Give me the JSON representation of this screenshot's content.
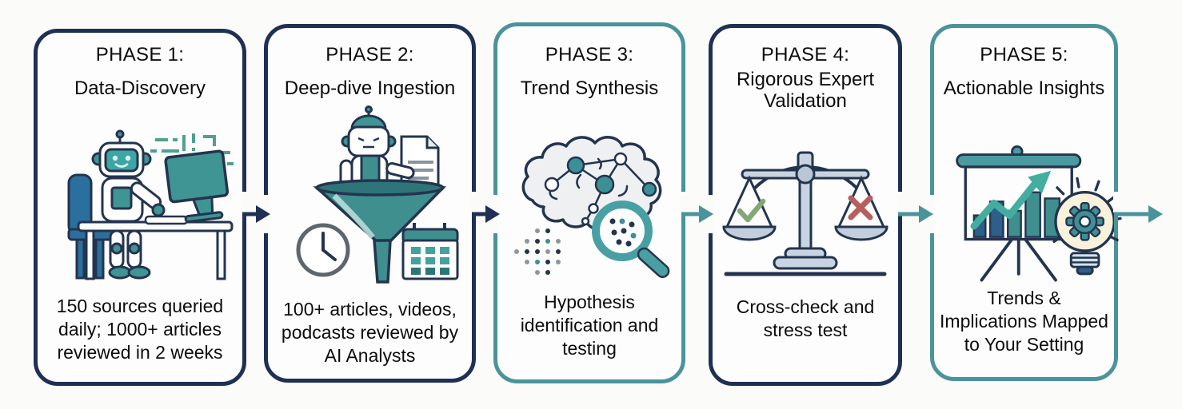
{
  "colors": {
    "navy": "#1f3054",
    "teal": "#4b939b",
    "illustration_teal": "#3f9090",
    "background": "#fbfbfa"
  },
  "phases": [
    {
      "id": "phase-1",
      "title": "PHASE 1:",
      "subtitle": "Data-Discovery",
      "caption": "150 sources queried\ndaily; 1000+ articles\nreviewed in 2 weeks",
      "icon": "robot-at-computer-icon",
      "border_color": "#1f3054"
    },
    {
      "id": "phase-2",
      "title": "PHASE 2:",
      "subtitle": "Deep-dive Ingestion",
      "caption": "100+ articles, videos,\npodcasts reviewed by\nAI Analysts",
      "icon": "robot-funnel-ingestion-icon",
      "border_color": "#1f3054"
    },
    {
      "id": "phase-3",
      "title": "PHASE 3:",
      "subtitle": "Trend Synthesis",
      "caption": "Hypothesis\nidentification and\ntesting",
      "icon": "brain-magnifier-icon",
      "border_color": "#4b939b"
    },
    {
      "id": "phase-4",
      "title": "PHASE 4:",
      "subtitle": "Rigorous Expert\nValidation",
      "caption": "Cross-check and\nstress test",
      "icon": "balance-scale-icon",
      "border_color": "#1f3054"
    },
    {
      "id": "phase-5",
      "title": "PHASE 5:",
      "subtitle": "Actionable Insights",
      "caption": "Trends &\nImplications Mapped\nto Your Setting",
      "icon": "presentation-chart-lightbulb-icon",
      "border_color": "#4b939b"
    }
  ],
  "arrows": [
    {
      "from": "phase-1",
      "to": "phase-2",
      "color": "#1f3054"
    },
    {
      "from": "phase-2",
      "to": "phase-3",
      "color": "#1f3054"
    },
    {
      "from": "phase-3",
      "to": "phase-4",
      "color": "#4b939b"
    },
    {
      "from": "phase-4",
      "to": "phase-5",
      "color": "#4b939b"
    },
    {
      "from": "phase-5",
      "to": "out",
      "color": "#4b939b"
    }
  ]
}
